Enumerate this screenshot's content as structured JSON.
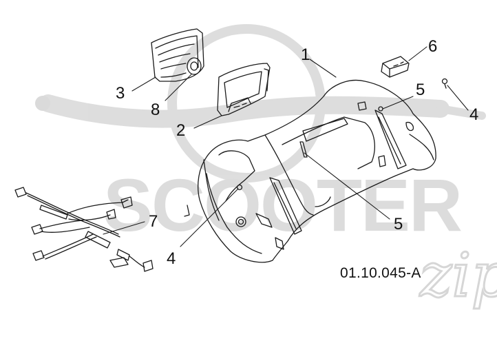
{
  "diagram": {
    "reference_code": "01.10.045-A",
    "watermark_text": "SCOOTER",
    "watermark_logo_text": "zip",
    "callouts": {
      "part_1": "1",
      "part_2": "2",
      "part_3": "3",
      "part_4a": "4",
      "part_4b": "4",
      "part_5a": "5",
      "part_5b": "5",
      "part_6": "6",
      "part_7": "7",
      "part_8": "8"
    }
  },
  "colors": {
    "line": "#1a1a1a",
    "watermark": "#d9d9d9",
    "background": "#ffffff"
  }
}
